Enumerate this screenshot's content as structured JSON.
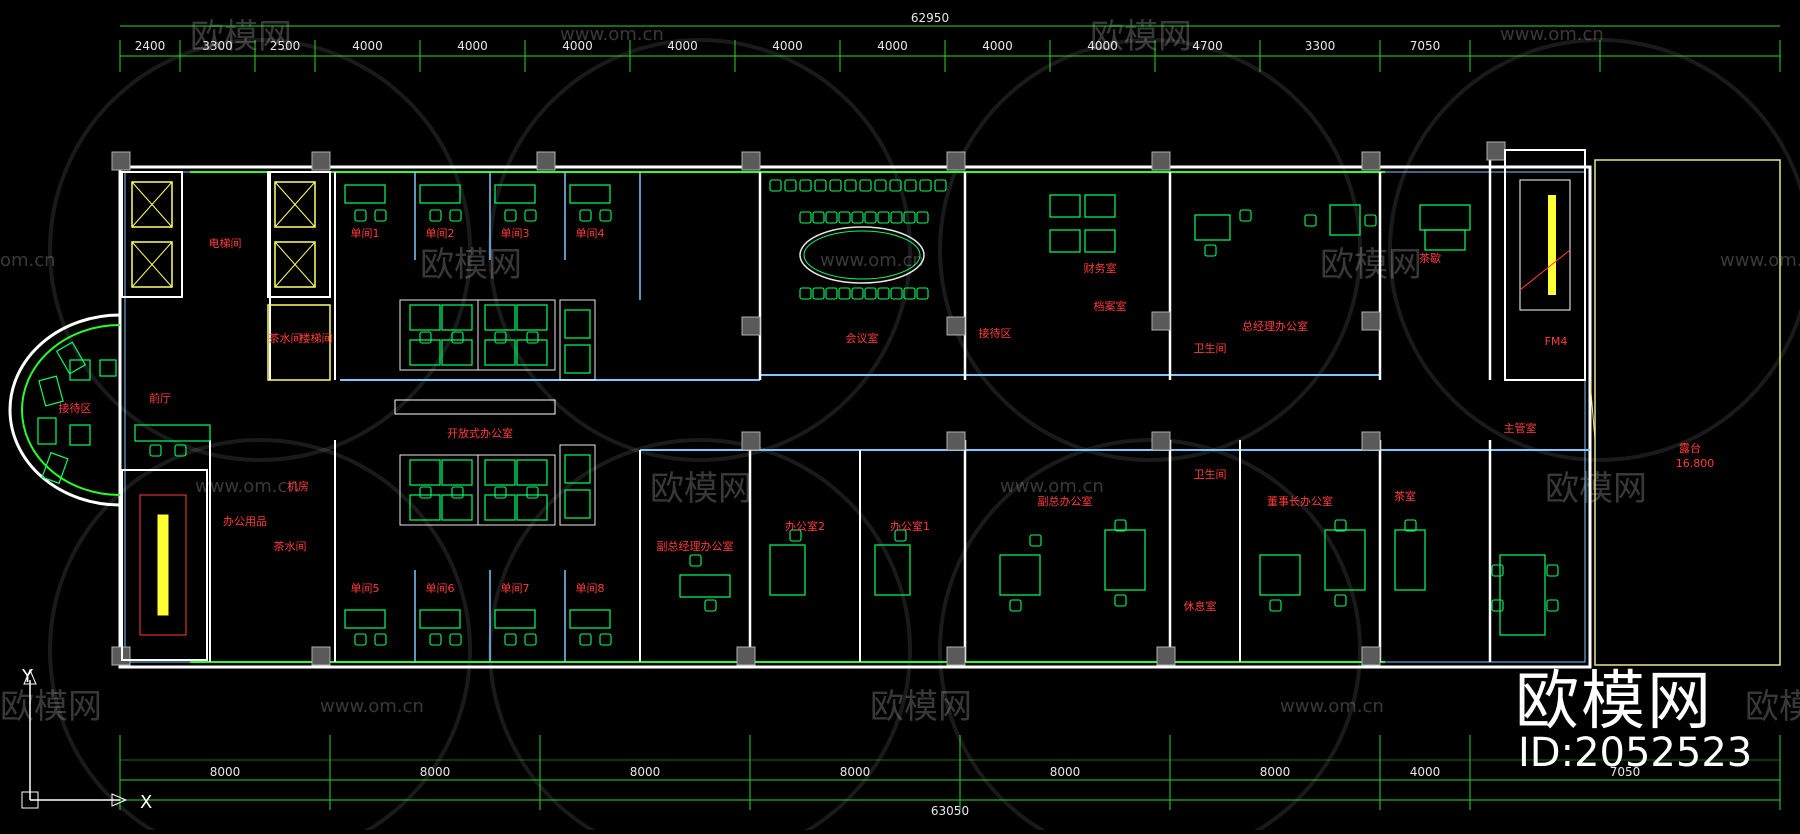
{
  "watermark": {
    "logo_text": "欧模网",
    "url_text": "www.om.cn",
    "url_short": "om.cn"
  },
  "brand": {
    "name": "欧模网",
    "id_label": "ID:2052523"
  },
  "axes": {
    "x_label": "X",
    "y_label": "Y"
  },
  "dimensions": {
    "top_total": "62950",
    "top_segments": [
      "2400",
      "3300",
      "2500",
      "4000",
      "4000",
      "4000",
      "4000",
      "4000",
      "4000",
      "4000",
      "4000",
      "4700",
      "3300",
      "7050"
    ],
    "bottom_total": "63050",
    "bottom_segments": [
      "8000",
      "8000",
      "8000",
      "8000",
      "8000",
      "8000",
      "4000",
      "7050"
    ]
  },
  "rooms": {
    "elevator_room": "电梯间",
    "lobby": "前厅",
    "reception_area": "接待区",
    "water_room": "茶水间",
    "stair_room": "楼梯间",
    "single_1": "单间1",
    "single_2": "单间2",
    "single_3": "单间3",
    "single_4": "单间4",
    "single_5": "单间5",
    "single_6": "单间6",
    "single_7": "单间7",
    "single_8": "单间8",
    "open_office": "开放式办公室",
    "meeting_room": "会议室",
    "reception_room": "接待区",
    "finance": "财务室",
    "archive": "档案室",
    "gm_office": "总经理办公室",
    "pantry": "茶歇",
    "fm": "FM4",
    "vgm_office": "副总经理办公室",
    "office_2": "办公室2",
    "office_1": "办公室1",
    "deputy_office": "副总办公室",
    "chairman_office": "董事长办公室",
    "rest_room": "休息室",
    "tea_room": "茶室",
    "restroom": "卫生间",
    "supervisor": "主管室",
    "terrace": "露台",
    "terrace_level": "16.800",
    "office_supply": "办公用品",
    "machine_room": "机房"
  },
  "colors": {
    "wall": "#7ec8ff",
    "wall_outer": "#ffffff",
    "furniture": "#00ff66",
    "partition": "#ffff66",
    "room_text": "#ff3b3b",
    "dim_line": "#2bd82b",
    "dim_text": "#e8e8e8"
  }
}
